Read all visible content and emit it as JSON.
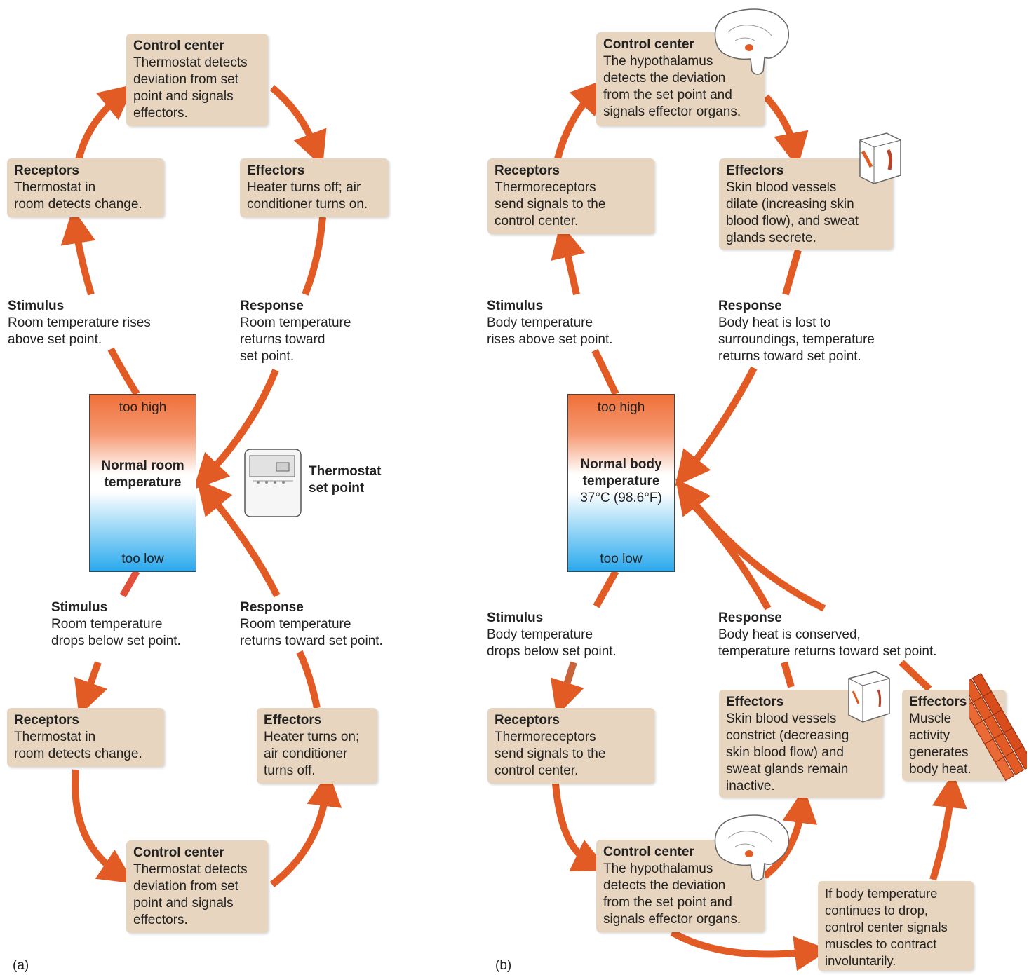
{
  "panel_a": {
    "label": "(a)",
    "control_top": {
      "title": "Control center",
      "text": "Thermostat detects\ndeviation from set\npoint and signals\neffectors."
    },
    "receptors_top": {
      "title": "Receptors",
      "text": "Thermostat in\nroom detects change."
    },
    "effectors_top": {
      "title": "Effectors",
      "text": "Heater turns off; air\nconditioner turns on."
    },
    "stimulus_top": {
      "title": "Stimulus",
      "text": "Room temperature rises\nabove set point."
    },
    "response_top": {
      "title": "Response",
      "text": "Room temperature\nreturns toward\nset point."
    },
    "gauge": {
      "high": "too high",
      "mid": "Normal room\ntemperature",
      "low": "too low"
    },
    "thermostat": {
      "label": "Thermostat\nset point"
    },
    "stimulus_bottom": {
      "title": "Stimulus",
      "text": "Room temperature\ndrops below set point."
    },
    "response_bottom": {
      "title": "Response",
      "text": "Room temperature\nreturns toward set point."
    },
    "receptors_bottom": {
      "title": "Receptors",
      "text": "Thermostat in\nroom detects change."
    },
    "effectors_bottom": {
      "title": "Effectors",
      "text": "Heater turns on;\nair conditioner\nturns off."
    },
    "control_bottom": {
      "title": "Control center",
      "text": "Thermostat detects\ndeviation from set\npoint and signals\neffectors."
    }
  },
  "panel_b": {
    "label": "(b)",
    "control_top": {
      "title": "Control center",
      "text": "The hypothalamus\ndetects the deviation\nfrom the set point and\nsignals effector organs."
    },
    "receptors_top": {
      "title": "Receptors",
      "text": "Thermoreceptors\nsend signals to the\ncontrol center."
    },
    "effectors_top": {
      "title": "Effectors",
      "text": "Skin blood vessels\ndilate (increasing skin\nblood flow), and sweat\nglands secrete."
    },
    "stimulus_top": {
      "title": "Stimulus",
      "text": "Body temperature\nrises above set point."
    },
    "response_top": {
      "title": "Response",
      "text": "Body heat is lost to\nsurroundings, temperature\nreturns toward set point."
    },
    "gauge": {
      "high": "too high",
      "mid": "Normal body\ntemperature",
      "mid_value": "37°C (98.6°F)",
      "low": "too low"
    },
    "stimulus_bottom": {
      "title": "Stimulus",
      "text": "Body temperature\ndrops below set point."
    },
    "response_bottom": {
      "title": "Response",
      "text": "Body heat is conserved,\ntemperature returns toward set point."
    },
    "receptors_bottom": {
      "title": "Receptors",
      "text": "Thermoreceptors\nsend signals to the\ncontrol center."
    },
    "effectors_skin": {
      "title": "Effectors",
      "text": "Skin blood vessels\nconstrict (decreasing\nskin blood flow) and\nsweat glands remain\ninactive."
    },
    "effectors_muscle": {
      "title": "Effectors",
      "text": "Muscle\nactivity\ngenerates\nbody heat."
    },
    "control_bottom": {
      "title": "Control center",
      "text": "The hypothalamus\ndetects the deviation\nfrom the set point and\nsignals effector organs."
    },
    "shiver": {
      "text": "If body temperature\ncontinues to drop,\ncontrol center signals\nmuscles to contract\ninvoluntarily."
    }
  },
  "colors": {
    "arrow": "#e35b24",
    "box": "#e7d5bf"
  },
  "icons": [
    "brain-icon",
    "skin-icon",
    "muscle-icon",
    "thermostat-icon"
  ]
}
